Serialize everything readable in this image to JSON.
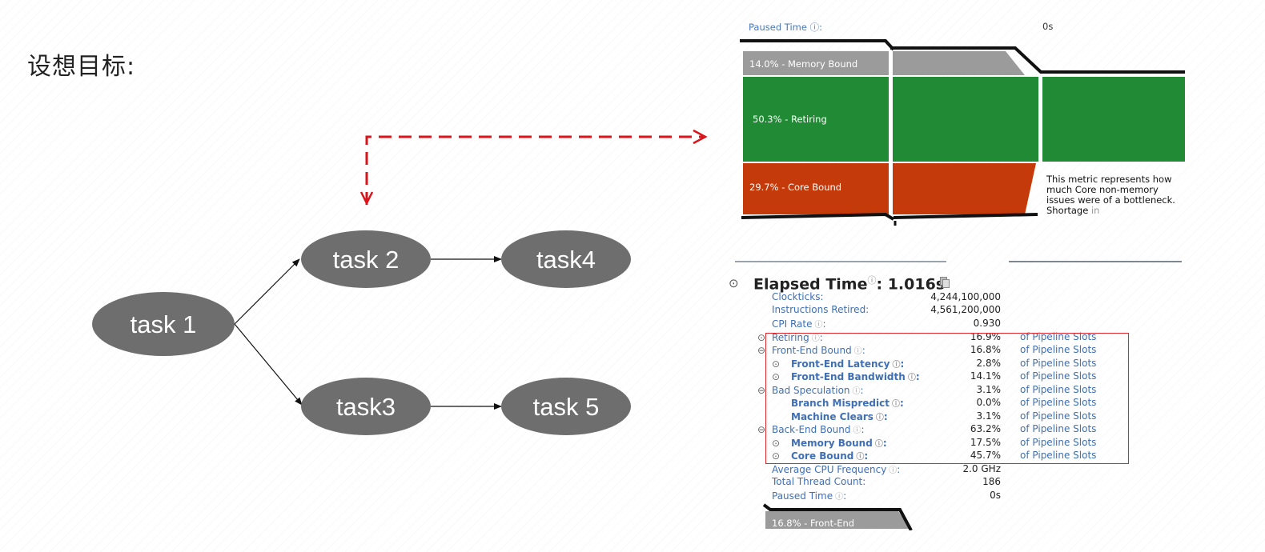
{
  "title": "设想目标:",
  "diagram": {
    "nodes": [
      {
        "id": "t1",
        "label": "task 1"
      },
      {
        "id": "t2",
        "label": "task 2"
      },
      {
        "id": "t3",
        "label": "task3"
      },
      {
        "id": "t4",
        "label": "task4"
      },
      {
        "id": "t5",
        "label": "task 5"
      }
    ],
    "edges": [
      [
        "t1",
        "t2"
      ],
      [
        "t1",
        "t3"
      ],
      [
        "t2",
        "t4"
      ],
      [
        "t3",
        "t5"
      ]
    ],
    "node_color": "#6e6e6e",
    "highlight_color": "#d9141b"
  },
  "top_panel": {
    "paused_label": "Paused Time",
    "paused_value": "0s",
    "bars": [
      {
        "label": "14.0% - Memory Bound",
        "color": "#9b9b9b"
      },
      {
        "label": "50.3% - Retiring",
        "color": "#218a34"
      },
      {
        "label": "29.7% - Core Bound",
        "color": "#c43a0a"
      }
    ],
    "tooltip_main": "This metric represents how much Core non-memory issues were of a bottleneck. Shortage",
    "tooltip_fade": " in"
  },
  "summary": {
    "elapsed_label": "Elapsed Time",
    "elapsed_value": ": 1.016s",
    "rows": [
      {
        "label": "Clockticks:",
        "value": "4,244,100,000",
        "unit": ""
      },
      {
        "label": "Instructions Retired:",
        "value": "4,561,200,000",
        "unit": ""
      },
      {
        "label": "CPI Rate",
        "value": "0.930",
        "unit": ""
      },
      {
        "label": "Retiring",
        "value": "16.9%",
        "unit": "of Pipeline Slots"
      },
      {
        "label": "Front-End Bound",
        "value": "16.8%",
        "unit": "of Pipeline Slots"
      },
      {
        "label": "Front-End Latency",
        "value": "2.8%",
        "unit": "of Pipeline Slots"
      },
      {
        "label": "Front-End Bandwidth",
        "value": "14.1%",
        "unit": "of Pipeline Slots"
      },
      {
        "label": "Bad Speculation",
        "value": "3.1%",
        "unit": "of Pipeline Slots"
      },
      {
        "label": "Branch Mispredict",
        "value": "0.0%",
        "unit": "of Pipeline Slots"
      },
      {
        "label": "Machine Clears",
        "value": "3.1%",
        "unit": "of Pipeline Slots"
      },
      {
        "label": "Back-End Bound",
        "value": "63.2%",
        "unit": "of Pipeline Slots"
      },
      {
        "label": "Memory Bound",
        "value": "17.5%",
        "unit": "of Pipeline Slots"
      },
      {
        "label": "Core Bound",
        "value": "45.7%",
        "unit": "of Pipeline Slots"
      },
      {
        "label": "Average CPU Frequency",
        "value": "2.0 GHz",
        "unit": ""
      },
      {
        "label": "Total Thread Count:",
        "value": "186",
        "unit": ""
      },
      {
        "label": "Paused Time",
        "value": "0s",
        "unit": ""
      }
    ],
    "bottom_bar_label": "16.8% - Front-End"
  }
}
